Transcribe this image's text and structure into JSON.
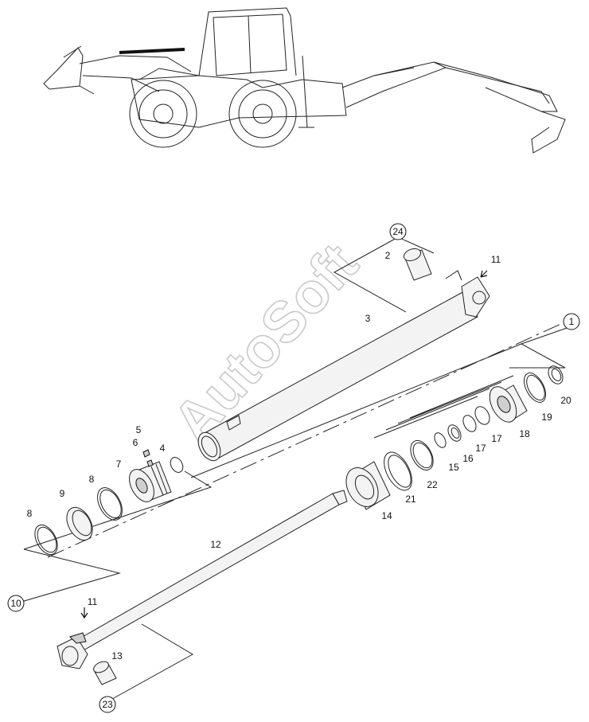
{
  "watermark": "AutoSoft",
  "callouts": [
    {
      "label": "24",
      "circled": true
    },
    {
      "label": "2"
    },
    {
      "label": "11"
    },
    {
      "label": "3"
    },
    {
      "label": "1",
      "circled": true
    },
    {
      "label": "20"
    },
    {
      "label": "19"
    },
    {
      "label": "18"
    },
    {
      "label": "17"
    },
    {
      "label": "17"
    },
    {
      "label": "16"
    },
    {
      "label": "15"
    },
    {
      "label": "22"
    },
    {
      "label": "21"
    },
    {
      "label": "14"
    },
    {
      "label": "5"
    },
    {
      "label": "6"
    },
    {
      "label": "4"
    },
    {
      "label": "7"
    },
    {
      "label": "8"
    },
    {
      "label": "9"
    },
    {
      "label": "8"
    },
    {
      "label": "12"
    },
    {
      "label": "10",
      "circled": true
    },
    {
      "label": "11"
    },
    {
      "label": "13"
    },
    {
      "label": "23",
      "circled": true
    }
  ]
}
